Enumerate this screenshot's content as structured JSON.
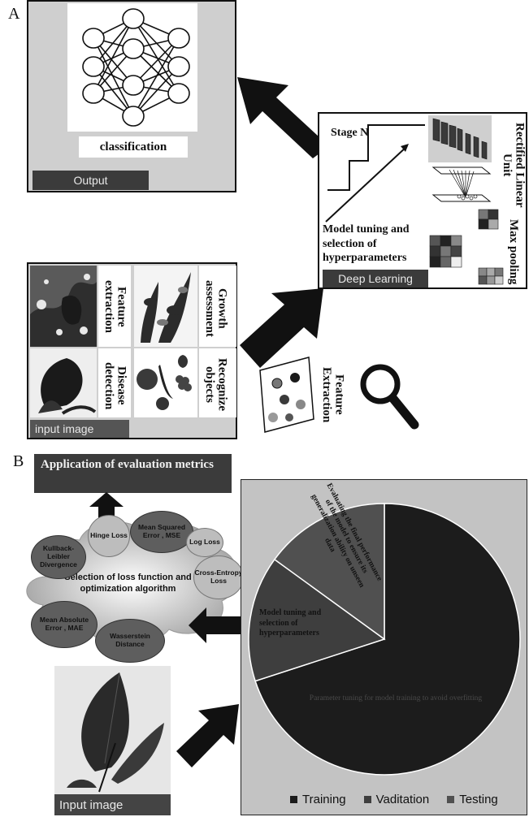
{
  "panel_a": {
    "letter": "A",
    "output_box": {
      "classification": "classification",
      "label": "Output"
    },
    "deep_learning_box": {
      "stage": "Stage N",
      "model_tuning": "Model tuning and selection of hyperparameters",
      "relu": "Rectified Linear Unit",
      "max_pooling": "Max pooling",
      "label": "Deep Learning"
    },
    "input_box": {
      "feature_extraction": "Feature extraction",
      "growth": "Growth assessment",
      "disease": "Disease detection",
      "recognize": "Recognize objects",
      "label": "input image"
    },
    "feature_extraction_side": "Feature Extraction"
  },
  "panel_b": {
    "letter": "B",
    "evaluation_title": "Application of evaluation metrics",
    "cloud_center": "Selection of loss function and optimization algorithm",
    "loss_functions": [
      "Hinge Loss",
      "Mean Squared Error , MSE",
      "Log Loss",
      "Kullback-Leibler Divergence",
      "Cross-Entropy Loss",
      "Mean Absolute Error , MAE",
      "Wasserstein Distance"
    ],
    "input_label": "Input image",
    "pie_labels": {
      "training": "Parameter tuning for model training to avoid overfitting",
      "validation": "Model tuning and selection of hyperparameters",
      "testing": "Evaluating the final performance of the model to ensure its generalization ability on unseen data"
    }
  },
  "chart_data": {
    "type": "pie",
    "categories": [
      "Training",
      "Vaditation",
      "Testing"
    ],
    "values": [
      70,
      15,
      15
    ],
    "colors": [
      "#1c1c1c",
      "#3e3e3e",
      "#505050"
    ],
    "legend_position": "bottom"
  }
}
